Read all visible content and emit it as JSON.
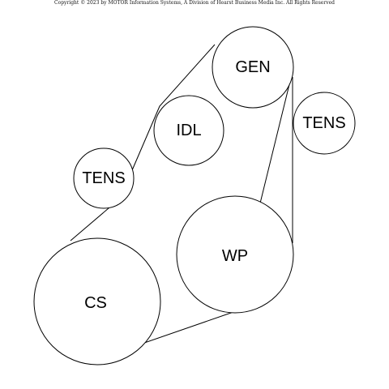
{
  "copyright": "Copyright © 2023 by MOTOR Information Systems, A Division of Hearst Business Media Inc. All Rights Reserved",
  "pulleys": {
    "gen": "GEN",
    "tens_right": "TENS",
    "idl": "IDL",
    "tens_left": "TENS",
    "wp": "WP",
    "cs": "CS"
  },
  "colors": {
    "stroke": "#000000",
    "background": "#ffffff"
  }
}
